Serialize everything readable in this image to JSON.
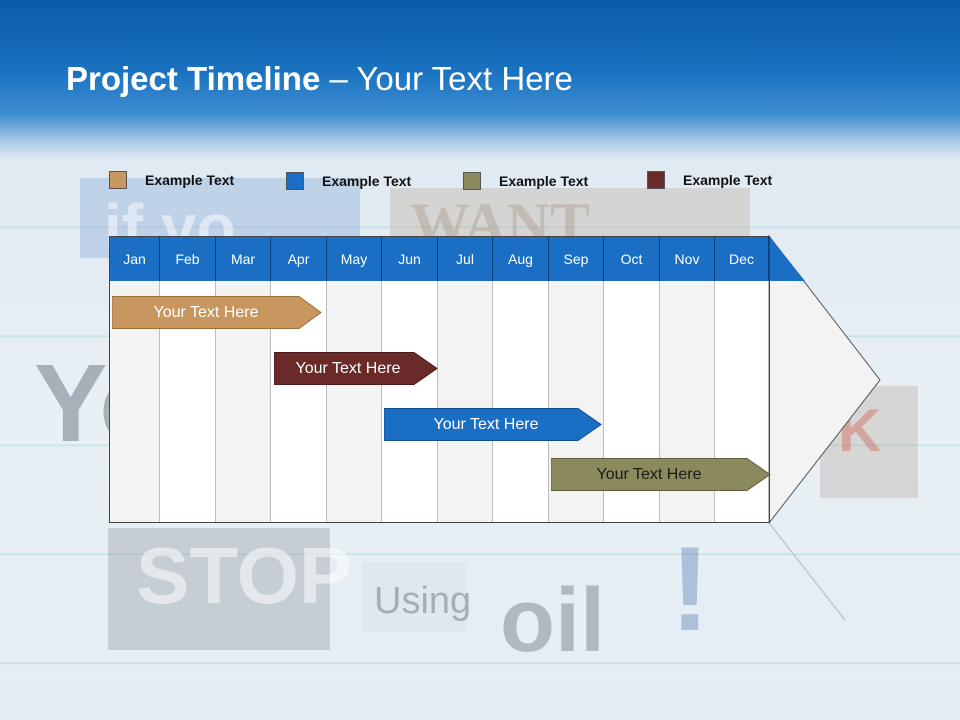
{
  "slide": {
    "title_bold": "Project Timeline",
    "title_rest": " – Your Text Here"
  },
  "legend": [
    {
      "label": "Example Text",
      "color": "#c8975f"
    },
    {
      "label": "Example Text",
      "color": "#1a6fc4"
    },
    {
      "label": "Example Text",
      "color": "#8a8a5c"
    },
    {
      "label": "Example Text",
      "color": "#6b2a2a"
    }
  ],
  "months": [
    "Jan",
    "Feb",
    "Mar",
    "Apr",
    "May",
    "Jun",
    "Jul",
    "Aug",
    "Sep",
    "Oct",
    "Nov",
    "Dec"
  ],
  "tasks": [
    {
      "label": "Your  Text Here",
      "color": "#c8975f"
    },
    {
      "label": "Your  Text Here",
      "color": "#6b2a2a"
    },
    {
      "label": "Your  Text Here",
      "color": "#1a6fc4"
    },
    {
      "label": "Your  Text Here",
      "color": "#8a8a5c"
    }
  ],
  "background": {
    "collage_words": [
      "if yo",
      "WANT",
      "Yo",
      "K",
      "STOP",
      "Using",
      "oil",
      "!"
    ]
  }
}
